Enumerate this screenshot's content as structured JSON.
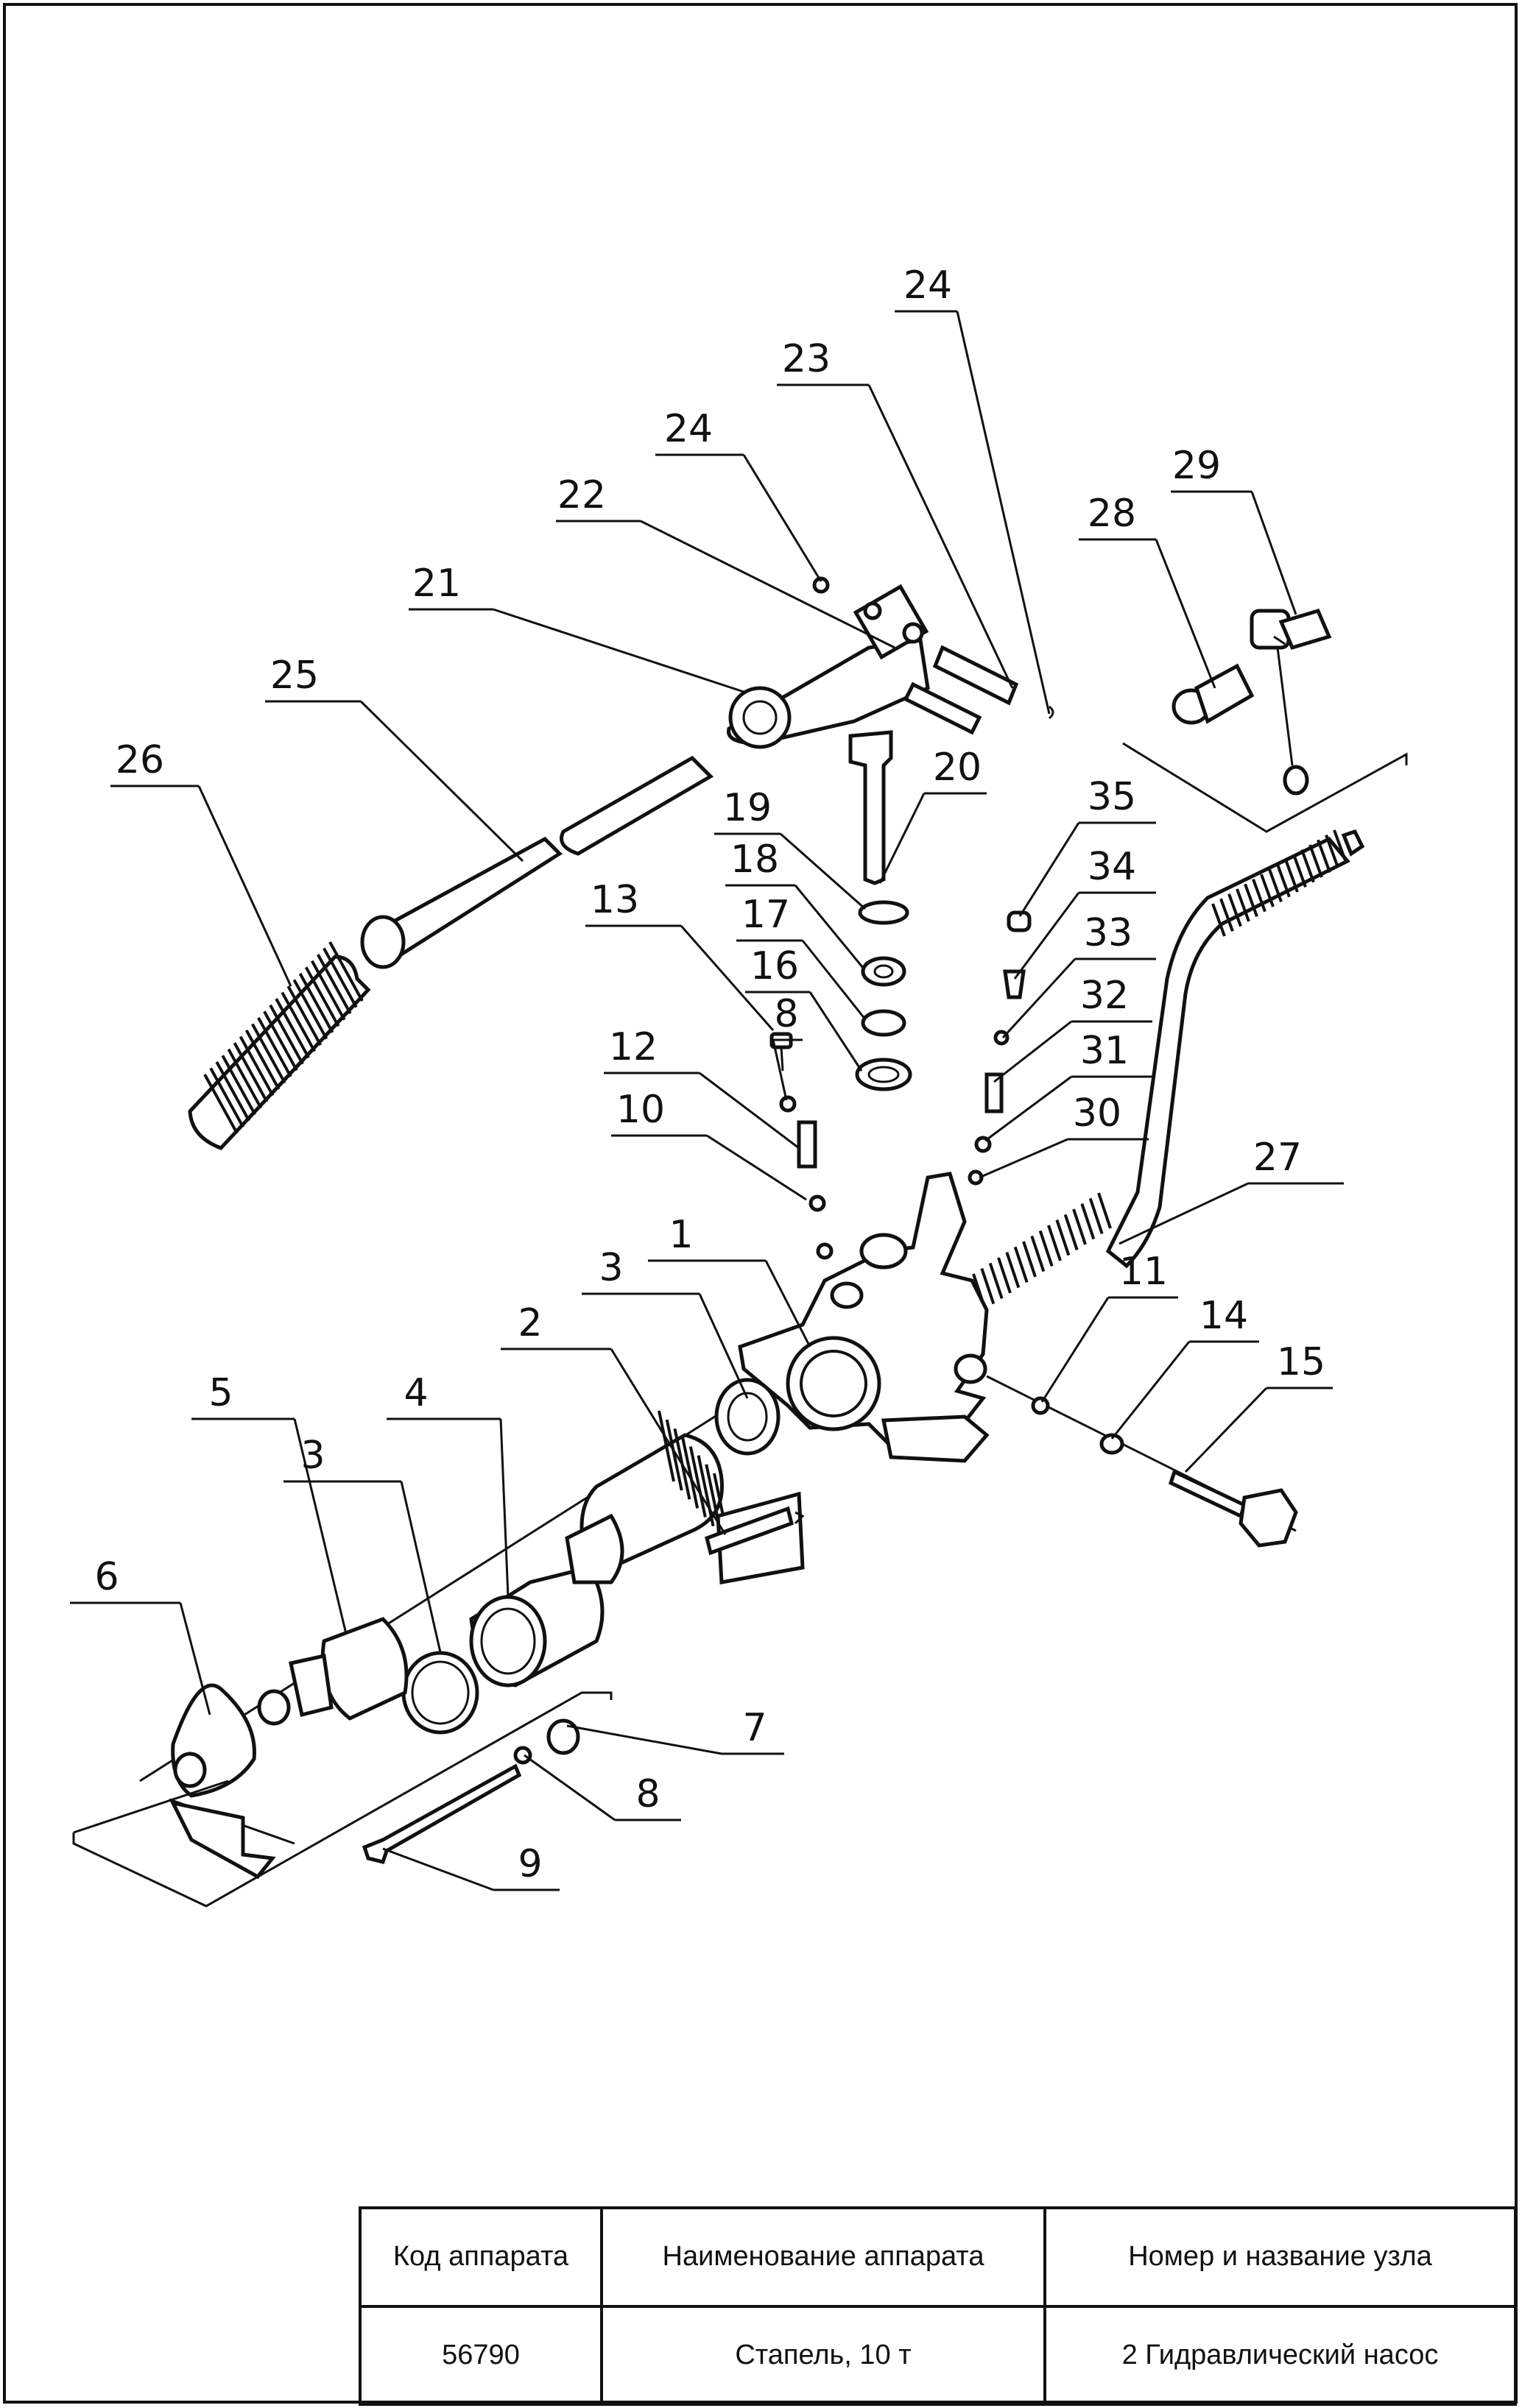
{
  "callouts": [
    {
      "label": "1"
    },
    {
      "label": "2"
    },
    {
      "label": "3"
    },
    {
      "label": "3"
    },
    {
      "label": "4"
    },
    {
      "label": "5"
    },
    {
      "label": "6"
    },
    {
      "label": "7"
    },
    {
      "label": "8"
    },
    {
      "label": "8"
    },
    {
      "label": "9"
    },
    {
      "label": "10"
    },
    {
      "label": "11"
    },
    {
      "label": "12"
    },
    {
      "label": "13"
    },
    {
      "label": "14"
    },
    {
      "label": "15"
    },
    {
      "label": "16"
    },
    {
      "label": "17"
    },
    {
      "label": "18"
    },
    {
      "label": "19"
    },
    {
      "label": "20"
    },
    {
      "label": "21"
    },
    {
      "label": "22"
    },
    {
      "label": "23"
    },
    {
      "label": "24"
    },
    {
      "label": "24"
    },
    {
      "label": "25"
    },
    {
      "label": "26"
    },
    {
      "label": "27"
    },
    {
      "label": "28"
    },
    {
      "label": "29"
    },
    {
      "label": "30"
    },
    {
      "label": "31"
    },
    {
      "label": "32"
    },
    {
      "label": "33"
    },
    {
      "label": "34"
    },
    {
      "label": "35"
    }
  ],
  "title_block": {
    "headers": [
      "Код аппарата",
      "Наименование аппарата",
      "Номер и название узла"
    ],
    "values": [
      "56790",
      "Стапель, 10 т",
      "2 Гидравлический насос"
    ]
  }
}
